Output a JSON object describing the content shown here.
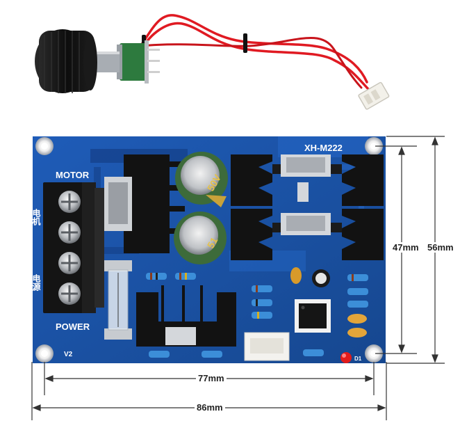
{
  "board": {
    "model": "XH-M222",
    "version": "V2",
    "motor_label": "MOTOR",
    "power_label": "POWER",
    "motor_cn": "电机",
    "power_cn": "电源",
    "led_label": "D1"
  },
  "dimensions": {
    "hole_width": "77mm",
    "board_width": "86mm",
    "hole_height": "47mm",
    "board_height": "56mm"
  },
  "capacitor_marks": {
    "top": "50V",
    "bottom": "51"
  },
  "colors": {
    "pcb": "#1a4fa3",
    "pcb_dark": "#123a80",
    "heatsink": "#121212",
    "wire": "#e01a22",
    "capacitor": "#3d6b3a"
  }
}
